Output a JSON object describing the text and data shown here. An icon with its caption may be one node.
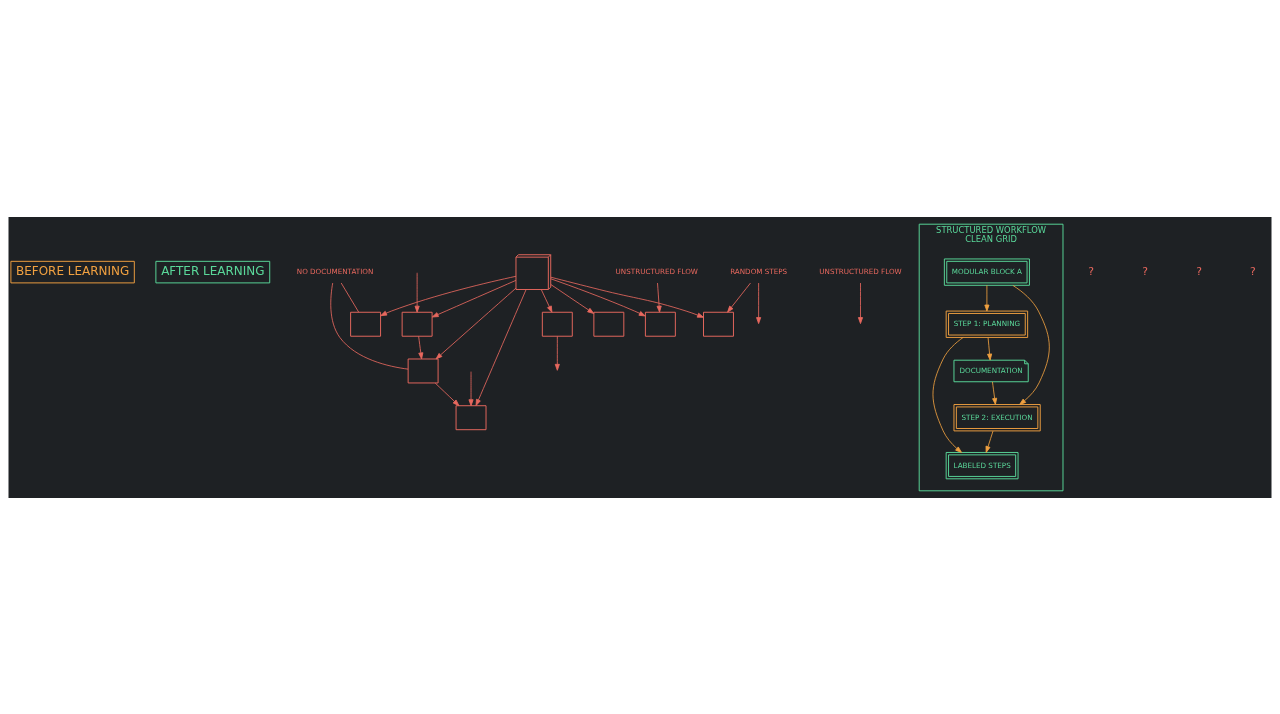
{
  "diagram": {
    "nodes": [
      {
        "text": [
          "BEFORE LEARNING"
        ]
      },
      {
        "text": [
          "AFTER LEARNING"
        ]
      },
      {
        "text": [
          "NO DOCUMENTATION"
        ]
      },
      {
        "text": [
          "UNSTRUCTURED FLOW"
        ]
      },
      {
        "text": [],
        "shape": "box"
      },
      {
        "text": [],
        "shape": "box"
      },
      {
        "text": [],
        "shape": "box"
      },
      {
        "text": [],
        "shape": "box"
      },
      {
        "text": [],
        "shape": "cube"
      },
      {
        "text": [],
        "shape": "box"
      },
      {
        "text": [],
        "shape": "box"
      },
      {
        "text": [],
        "shape": "box"
      },
      {
        "text": [],
        "shape": "box"
      },
      {
        "text": [
          "UNSTRUCTURED FLOW"
        ]
      },
      {
        "text": [
          "RANDOM STEPS"
        ]
      },
      {
        "text": [
          "STRUCTURED WORKFLOW",
          "CLEAN GRID"
        ]
      },
      {
        "text": [
          "MODULAR BLOCK A"
        ],
        "in": 15
      },
      {
        "text": [
          "STEP 1: PLANNING"
        ],
        "in": 15
      },
      {
        "text": [
          "DOCUMENTATION"
        ],
        "in": 15
      },
      {
        "text": [
          "STEP 2: EXECUTION"
        ],
        "in": 15
      },
      {
        "text": [
          "LABELED STEPS"
        ],
        "in": 15
      }
    ],
    "edges": [
      {
        "from": 2,
        "to": 4,
        "arrow": "none"
      },
      {
        "from": 2,
        "to": 7,
        "arrow": "none"
      },
      {
        "from": 3,
        "to": 6,
        "arrow": "to"
      },
      {
        "from": 8,
        "to": 5,
        "arrow": "to"
      },
      {
        "from": 8,
        "to": 6,
        "arrow": "to"
      },
      {
        "from": 8,
        "to": 4,
        "arrow": "to"
      },
      {
        "from": 8,
        "to": 7,
        "arrow": "to"
      },
      {
        "from": 8,
        "to": 9,
        "arrow": "to"
      },
      {
        "from": 8,
        "to": 10,
        "arrow": "to"
      },
      {
        "from": 8,
        "to": 11,
        "arrow": "to"
      },
      {
        "from": 8,
        "to": 12,
        "arrow": "to"
      },
      {
        "from": 7,
        "to": 5,
        "arrow": "to"
      },
      {
        "from": null,
        "to": 5,
        "arrow": "to"
      },
      {
        "from": 9,
        "to": null,
        "arrow": "to"
      },
      {
        "from": 10,
        "to": 7,
        "arrow": "to"
      },
      {
        "from": null,
        "to": 10,
        "arrow": "to"
      },
      {
        "from": 13,
        "to": null,
        "arrow": "to"
      },
      {
        "from": 14,
        "to": 11,
        "arrow": "to"
      },
      {
        "from": 14,
        "to": null,
        "arrow": "to"
      },
      {
        "from": 16,
        "to": 17,
        "arrow": "to",
        "color": "#f0a040"
      },
      {
        "from": 17,
        "to": 18,
        "arrow": "to",
        "color": "#f0a040"
      },
      {
        "from": 17,
        "to": 20,
        "arrow": "to",
        "color": "#f0a040"
      },
      {
        "from": 18,
        "to": 19,
        "arrow": "to",
        "color": "#f0a040"
      },
      {
        "from": 16,
        "to": 19,
        "arrow": "to",
        "color": "#f0a040"
      },
      {
        "from": 19,
        "to": 20,
        "arrow": "to",
        "color": "#f0a040"
      }
    ],
    "labels": [
      "?",
      "?",
      "?",
      "?"
    ]
  }
}
